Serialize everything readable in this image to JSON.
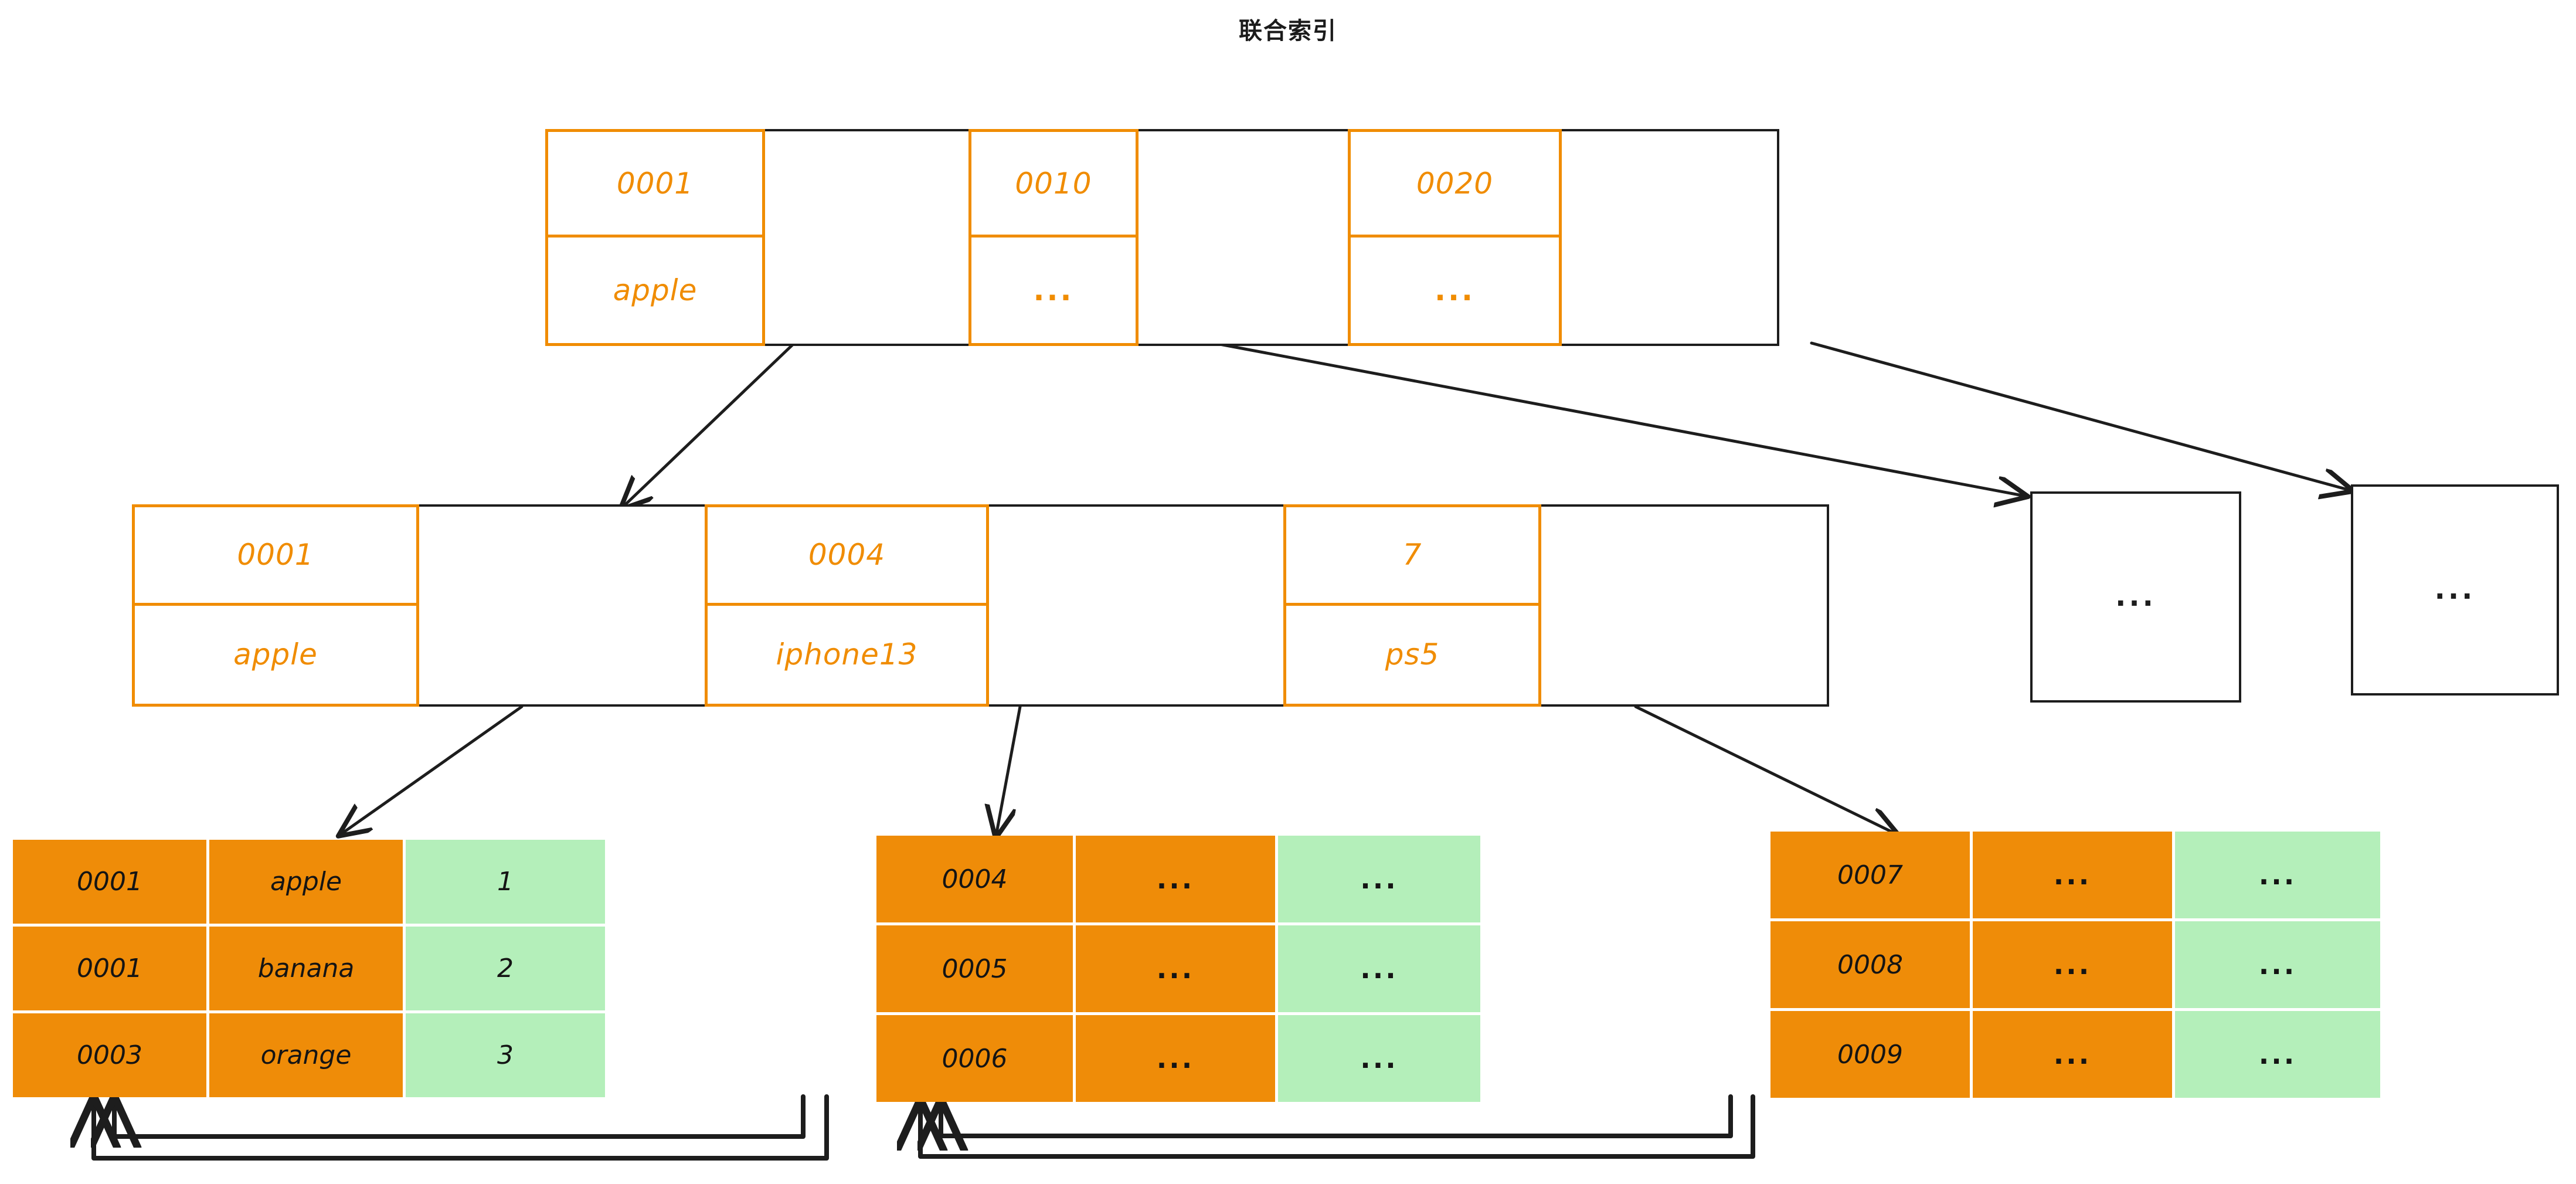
{
  "title": "联合索引",
  "colors": {
    "key_orange": "#f08c00",
    "cell_orange": "#ef8c08",
    "cell_green": "#b4efba",
    "line_black": "#1d1d1d"
  },
  "ellipsis": "...",
  "root_node": {
    "name": "root-index-node",
    "entries": [
      {
        "key": "0001",
        "value": "apple"
      },
      {
        "key": "0010",
        "value": "..."
      },
      {
        "key": "0020",
        "value": "..."
      }
    ],
    "pointer_count": 3
  },
  "branch_node": {
    "name": "internal-index-node",
    "entries": [
      {
        "key": "0001",
        "value": "apple"
      },
      {
        "key": "0004",
        "value": "iphone13"
      },
      {
        "key": "7",
        "value": "ps5"
      }
    ],
    "pointer_count": 3
  },
  "collapsed_nodes": [
    {
      "name": "collapsed-node-1",
      "label": "..."
    },
    {
      "name": "collapsed-node-2",
      "label": "..."
    }
  ],
  "leaf_tables": [
    {
      "name": "leaf-table-1",
      "rows": [
        {
          "id": "0001",
          "value": "apple",
          "row_id": "1"
        },
        {
          "id": "0001",
          "value": "banana",
          "row_id": "2"
        },
        {
          "id": "0003",
          "value": "orange",
          "row_id": "3"
        }
      ]
    },
    {
      "name": "leaf-table-2",
      "rows": [
        {
          "id": "0004",
          "value": "...",
          "row_id": "..."
        },
        {
          "id": "0005",
          "value": "...",
          "row_id": "..."
        },
        {
          "id": "0006",
          "value": "...",
          "row_id": "..."
        }
      ]
    },
    {
      "name": "leaf-table-3",
      "rows": [
        {
          "id": "0007",
          "value": "...",
          "row_id": "..."
        },
        {
          "id": "0008",
          "value": "...",
          "row_id": "..."
        },
        {
          "id": "0009",
          "value": "...",
          "row_id": "..."
        }
      ]
    }
  ]
}
